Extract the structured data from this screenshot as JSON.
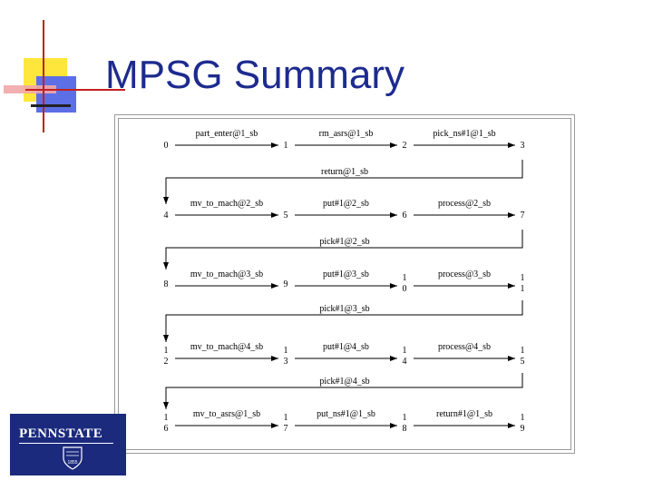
{
  "slide": {
    "title": "MPSG Summary"
  },
  "logo": {
    "text": "PENNSTATE",
    "year": "1855"
  },
  "diagram": {
    "rows": [
      {
        "nodes": [
          {
            "lines": [
              "0"
            ]
          },
          {
            "lines": [
              "1"
            ]
          },
          {
            "lines": [
              "2"
            ]
          },
          {
            "lines": [
              "3"
            ]
          }
        ],
        "edges": [
          "part_enter@1_sb",
          "rm_asrs@1_sb",
          "pick_ns#1@1_sb"
        ]
      },
      {
        "nodes": [
          {
            "lines": [
              "4"
            ]
          },
          {
            "lines": [
              "5"
            ]
          },
          {
            "lines": [
              "6"
            ]
          },
          {
            "lines": [
              "7"
            ]
          }
        ],
        "edges": [
          "mv_to_mach@2_sb",
          "put#1@2_sb",
          "process@2_sb"
        ]
      },
      {
        "nodes": [
          {
            "lines": [
              "8"
            ]
          },
          {
            "lines": [
              "9"
            ]
          },
          {
            "lines": [
              "1",
              "0"
            ]
          },
          {
            "lines": [
              "1",
              "1"
            ]
          }
        ],
        "edges": [
          "mv_to_mach@3_sb",
          "put#1@3_sb",
          "process@3_sb"
        ]
      },
      {
        "nodes": [
          {
            "lines": [
              "1",
              "2"
            ]
          },
          {
            "lines": [
              "1",
              "3"
            ]
          },
          {
            "lines": [
              "1",
              "4"
            ]
          },
          {
            "lines": [
              "1",
              "5"
            ]
          }
        ],
        "edges": [
          "mv_to_mach@4_sb",
          "put#1@4_sb",
          "process@4_sb"
        ]
      },
      {
        "nodes": [
          {
            "lines": [
              "1",
              "6"
            ]
          },
          {
            "lines": [
              "1",
              "7"
            ]
          },
          {
            "lines": [
              "1",
              "8"
            ]
          },
          {
            "lines": [
              "1",
              "9"
            ]
          }
        ],
        "edges": [
          "mv_to_asrs@1_sb",
          "put_ns#1@1_sb",
          "return#1@1_sb"
        ]
      }
    ],
    "returns": [
      "return@1_sb",
      "pick#1@2_sb",
      "pick#1@3_sb",
      "pick#1@4_sb"
    ]
  }
}
